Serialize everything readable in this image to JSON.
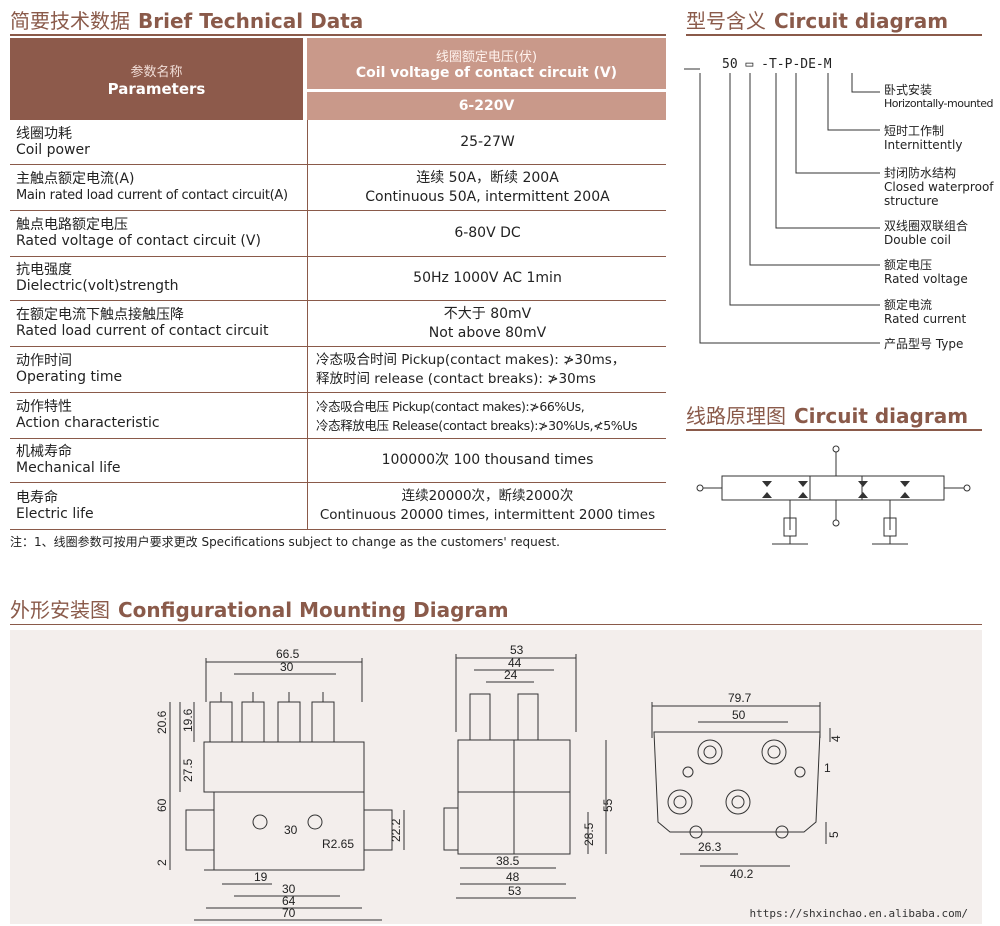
{
  "tech": {
    "title_cn": "简要技术数据",
    "title_en": "Brief Technical Data",
    "header_param_cn": "参数名称",
    "header_param_en": "Parameters",
    "header_coil_cn": "线圈额定电压(伏)",
    "header_coil_en": "Coil voltage of contact circuit (V)",
    "header_range": "6-220V",
    "rows": [
      {
        "cn": "线圈功耗",
        "en": "Coil power",
        "v1": "25-27W",
        "v2": ""
      },
      {
        "cn": "主触点额定电流(A)",
        "en": "Main rated load current of contact circuit(A)",
        "v1": "连续 50A，断续 200A",
        "v2": "Continuous 50A, intermittent 200A"
      },
      {
        "cn": "触点电路额定电压",
        "en": "Rated voltage of contact circuit (V)",
        "v1": "6-80V DC",
        "v2": ""
      },
      {
        "cn": "抗电强度",
        "en": "Dielectric(volt)strength",
        "v1": "50Hz 1000V AC 1min",
        "v2": ""
      },
      {
        "cn": "在额定电流下触点接触压降",
        "en": "Rated load current of contact circuit",
        "v1": "不大于 80mV",
        "v2": "Not above 80mV"
      },
      {
        "cn": "动作时间",
        "en": "Operating time",
        "v1": "冷态吸合时间 Pickup(contact makes): ≯30ms，",
        "v2": "释放时间 release (contact breaks): ≯30ms"
      },
      {
        "cn": "动作特性",
        "en": "Action characteristic",
        "v1": "冷态吸合电压 Pickup(contact makes):≯66%Us,",
        "v2": "冷态释放电压 Release(contact breaks):≯30%Us,≮5%Us"
      },
      {
        "cn": "机械寿命",
        "en": "Mechanical life",
        "v1": "100000次 100 thousand times",
        "v2": ""
      },
      {
        "cn": "电寿命",
        "en": "Electric life",
        "v1": "连续20000次，断续2000次",
        "v2": "Continuous 20000 times, intermittent 2000 times"
      }
    ],
    "note": "注：1、线圈参数可按用户要求更改  Specifications subject to change as the customers' request."
  },
  "model": {
    "title_cn": "型号含义",
    "title_en": "Circuit diagram",
    "code": "50 ▭ -T-P-DE-M",
    "labels": [
      {
        "cn": "卧式安装",
        "en": "Horizontally-mounted"
      },
      {
        "cn": "短时工作制",
        "en": "Internittently"
      },
      {
        "cn": "封闭防水结构",
        "en": "Closed waterproof structure"
      },
      {
        "cn": "双线圈双联组合",
        "en": "Double coil"
      },
      {
        "cn": "额定电压",
        "en": "Rated voltage"
      },
      {
        "cn": "额定电流",
        "en": "Rated current"
      },
      {
        "cn": "产品型号",
        "en": "Type"
      }
    ]
  },
  "circuit": {
    "title_cn": "线路原理图",
    "title_en": "Circuit diagram"
  },
  "mounting": {
    "title_cn": "外形安装图",
    "title_en": "Configurational Mounting Diagram",
    "front": {
      "w_top": "66.5",
      "w_inner": "30",
      "h_terminal": "20.6",
      "h_nut": "19.6",
      "h_body": "27.5",
      "h_total": "60",
      "h_bottom": "2",
      "hole_sp": "30",
      "radius": "R2.65",
      "h_slot": "22.2",
      "w_19": "19",
      "w_30": "30",
      "w_64": "64",
      "w_70": "70"
    },
    "side": {
      "w53": "53",
      "w44": "44",
      "w24": "24",
      "h55": "55",
      "h28": "28.5",
      "w38": "38.5",
      "w48": "48",
      "w53b": "53"
    },
    "top": {
      "w79": "79.7",
      "w50": "50",
      "d4": "4",
      "d1": "1",
      "d5": "5",
      "w26": "26.3",
      "w40": "40.2"
    }
  },
  "watermark": "https://shxinchao.en.alibaba.com/"
}
